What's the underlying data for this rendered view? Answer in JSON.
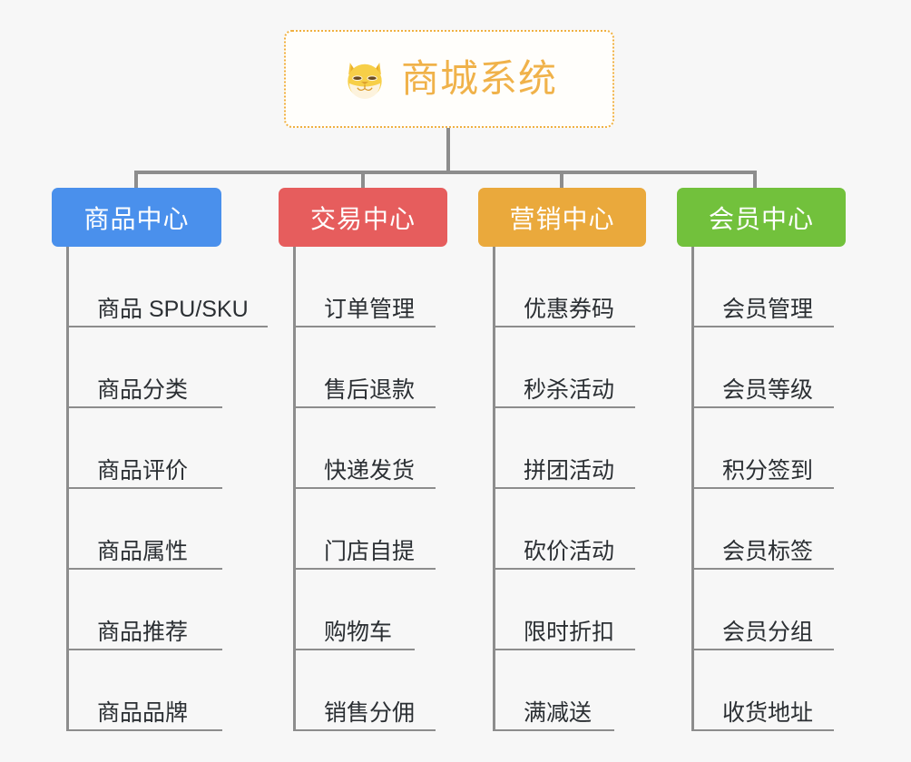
{
  "diagram": {
    "type": "mind-map",
    "background_color": "#f7f7f7",
    "line_color": "#8d8d8d",
    "root": {
      "label": "商城系统",
      "icon": "shiba-dog-face-icon",
      "text_color": "#f0b24a",
      "border_color": "#f0b040",
      "border_style": "dotted",
      "background_color": "#fffefb"
    },
    "branches": [
      {
        "label": "商品中心",
        "color": "#4a90ec",
        "items": [
          "商品 SPU/SKU",
          "商品分类",
          "商品评价",
          "商品属性",
          "商品推荐",
          "商品品牌"
        ]
      },
      {
        "label": "交易中心",
        "color": "#e65d5d",
        "items": [
          "订单管理",
          "售后退款",
          "快递发货",
          "门店自提",
          "购物车",
          "销售分佣"
        ]
      },
      {
        "label": "营销中心",
        "color": "#eaa93c",
        "items": [
          "优惠券码",
          "秒杀活动",
          "拼团活动",
          "砍价活动",
          "限时折扣",
          "满减送"
        ]
      },
      {
        "label": "会员中心",
        "color": "#72c13c",
        "items": [
          "会员管理",
          "会员等级",
          "积分签到",
          "会员标签",
          "会员分组",
          "收货地址"
        ]
      }
    ]
  }
}
